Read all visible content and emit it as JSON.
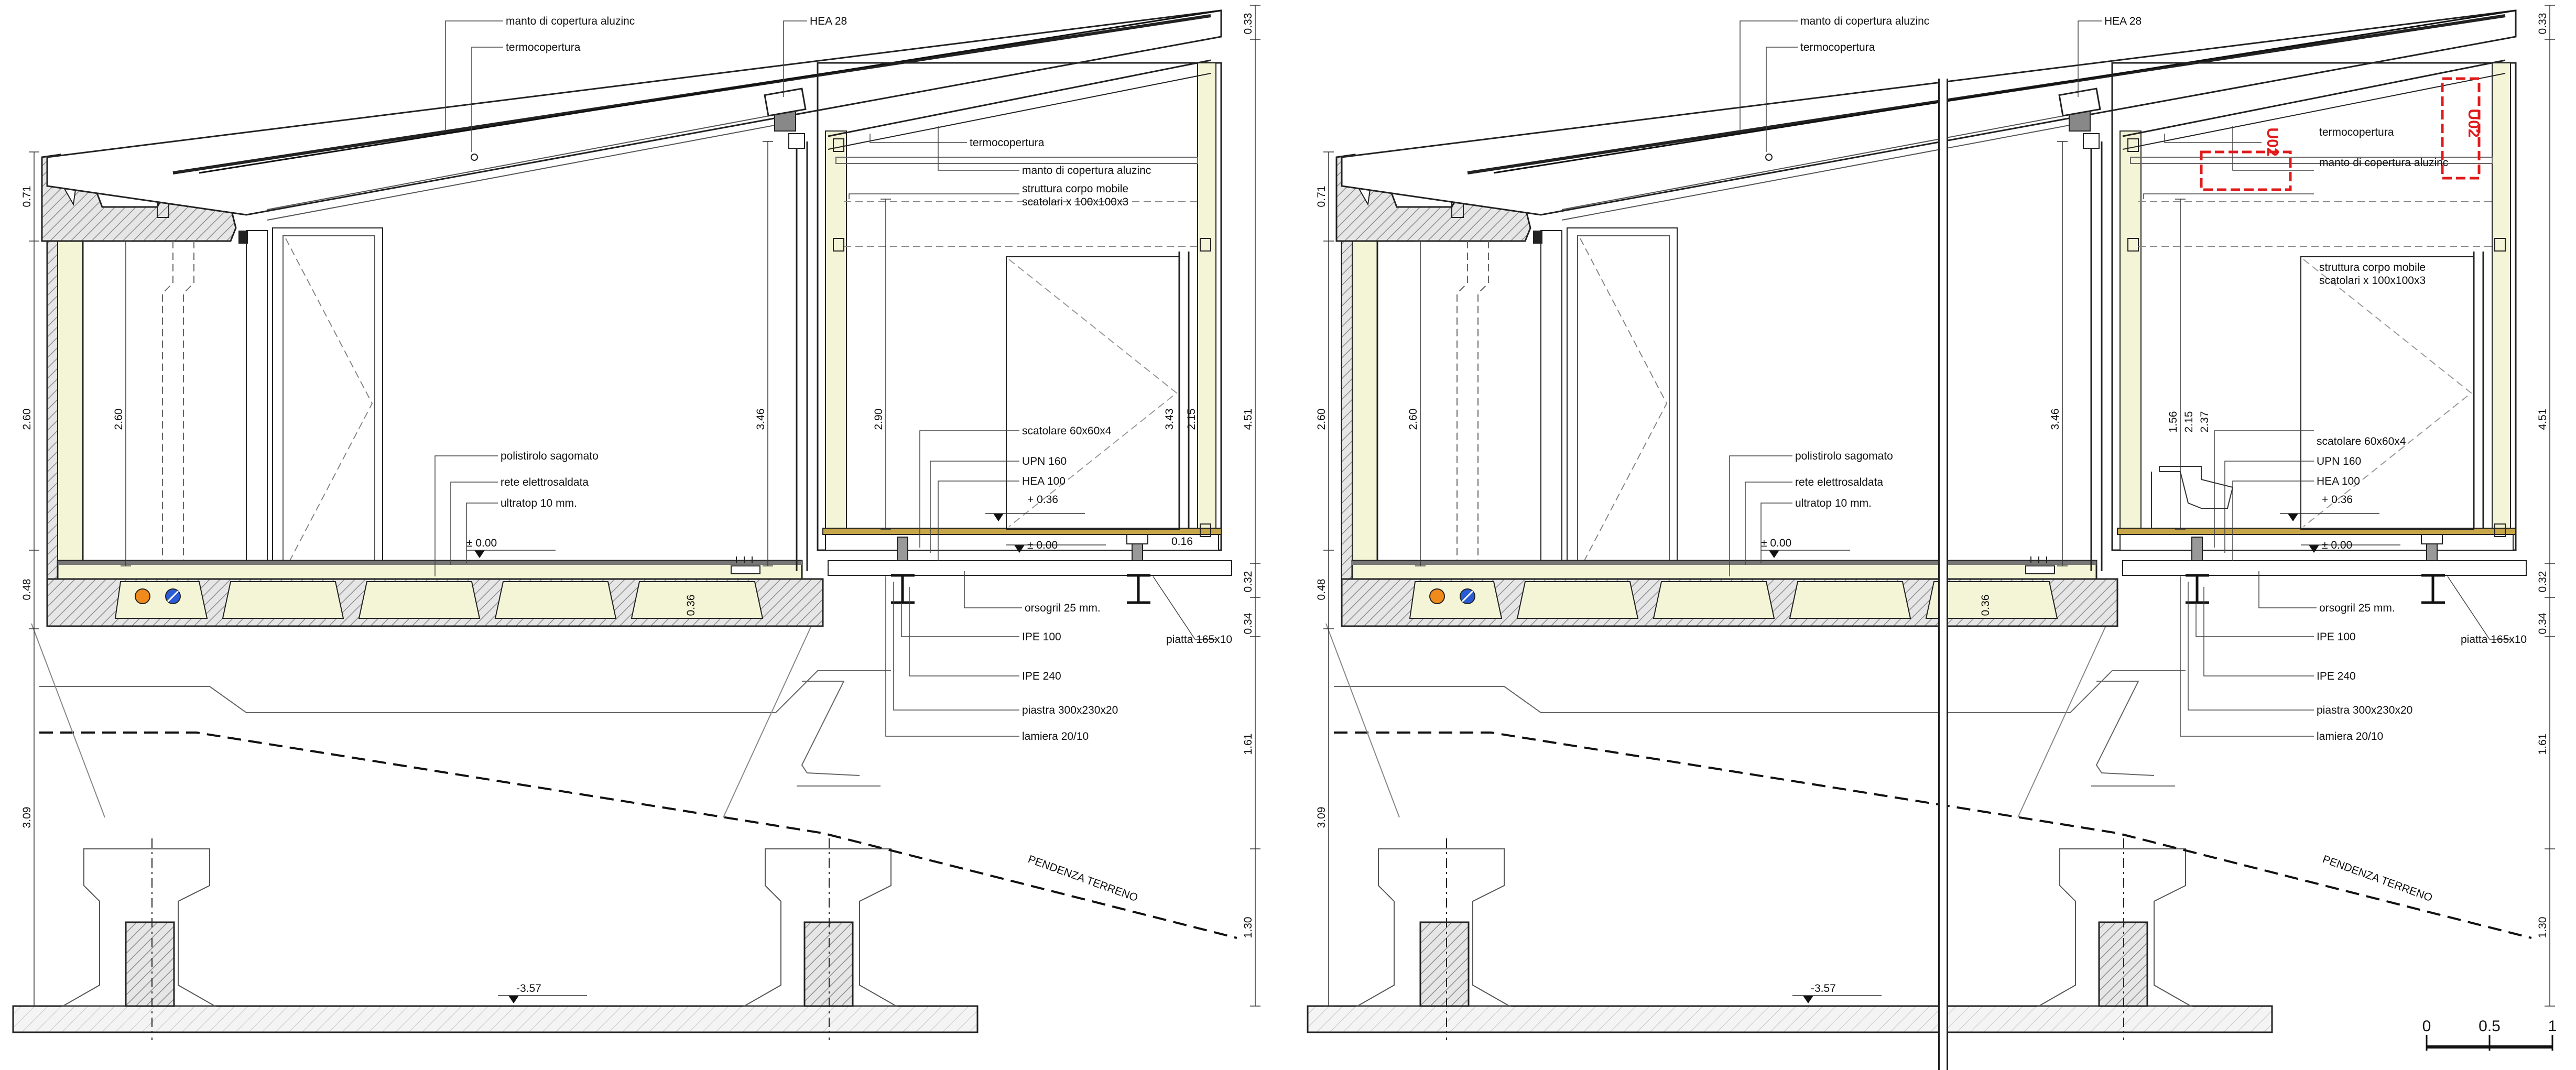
{
  "left_section": {
    "labels": {
      "roof_cladding": "manto di copertura aluzinc",
      "roof_insulation": "termocopertura",
      "hea28": "HEA 28",
      "roof_insulation_inner": "termocopertura",
      "roof_cladding_inner": "manto di copertura aluzinc",
      "frame_line1": "struttura corpo mobile",
      "frame_line2": "scatolari x 100x100x3",
      "polystyrene": "polistirolo sagomato",
      "mesh": "rete elettrosaldata",
      "ultratop": "ultratop 10 mm.",
      "box_tube": "scatolare 60x60x4",
      "upn": "UPN 160",
      "hea100": "HEA 100",
      "grating": "orsogril 25 mm.",
      "ipe100": "IPE 100",
      "plate_flat": "piatta 165x10",
      "ipe240": "IPE 240",
      "base_plate": "piastra 300x230x20",
      "sheet": "lamiera 20/10",
      "slope": "PENDENZA TERRENO"
    },
    "levels": {
      "floor_left": "± 0.00",
      "floor_right": "± 0.00",
      "plus": "+ 0.36",
      "foundation": "-3.57"
    },
    "dims": [
      "0.71",
      "2.60",
      "0.48",
      "3.09",
      "2.60",
      "3.46",
      "2.90",
      "3.43",
      "2.15",
      "0.16",
      "0.36",
      "0.33",
      "4.51",
      "0.32",
      "0.34",
      "1.61",
      "1.30"
    ]
  },
  "right_section": {
    "labels": {
      "roof_cladding": "manto di copertura aluzinc",
      "roof_insulation": "termocopertura",
      "hea28": "HEA 28",
      "roof_insulation_inner": "termocopertura",
      "roof_cladding_inner": "manto di copertura aluzinc",
      "frame_line1": "struttura corpo mobile",
      "frame_line2": "scatolari x 100x100x3",
      "polystyrene": "polistirolo sagomato",
      "mesh": "rete elettrosaldata",
      "ultratop": "ultratop 10 mm.",
      "box_tube": "scatolare 60x60x4",
      "upn": "UPN 160",
      "hea100": "HEA 100",
      "grating": "orsogril 25 mm.",
      "ipe100": "IPE 100",
      "plate_flat": "piatta 165x10",
      "ipe240": "IPE 240",
      "base_plate": "piastra 300x230x20",
      "sheet": "lamiera 20/10",
      "slope": "PENDENZA TERRENO"
    },
    "levels": {
      "floor_left": "± 0.00",
      "floor_right": "± 0.00",
      "plus": "+ 0.36",
      "foundation": "-3.57"
    },
    "tags": [
      "U02",
      "U02"
    ],
    "dims": [
      "0.71",
      "2.60",
      "0.48",
      "3.09",
      "2.60",
      "3.46",
      "1.56",
      "2.15",
      "2.37",
      "0.36",
      "0.33",
      "4.51",
      "0.32",
      "0.34",
      "1.61",
      "1.30"
    ]
  },
  "scale_bar": {
    "ticks": [
      "0",
      "0.5",
      "1"
    ]
  },
  "colors": {
    "insulation": "#f3f5d6",
    "hatch": "#8c8c8c",
    "tag_red": "#e01b1b",
    "line": "#222222"
  }
}
